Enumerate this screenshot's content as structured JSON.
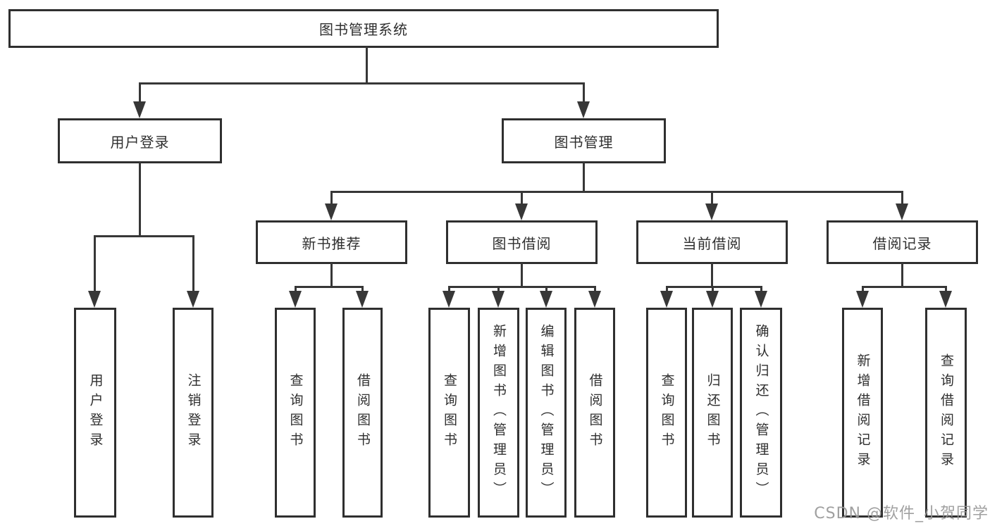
{
  "diagram": {
    "root": {
      "label": "图书管理系统"
    },
    "level1": [
      {
        "label": "用户登录"
      },
      {
        "label": "图书管理"
      }
    ],
    "level2": [
      {
        "label": "新书推荐"
      },
      {
        "label": "图书借阅"
      },
      {
        "label": "当前借阅"
      },
      {
        "label": "借阅记录"
      }
    ],
    "leaves_user_login": [
      {
        "label": "用户登录"
      },
      {
        "label": "注销登录"
      }
    ],
    "leaves_new_book": [
      {
        "label": "查询图书"
      },
      {
        "label": "借阅图书"
      }
    ],
    "leaves_book_borrow": [
      {
        "label": "查询图书"
      },
      {
        "label": "新增图书（管理员）"
      },
      {
        "label": "编辑图书（管理员）"
      },
      {
        "label": "借阅图书"
      }
    ],
    "leaves_current_borrow": [
      {
        "label": "查询图书"
      },
      {
        "label": "归还图书"
      },
      {
        "label": "确认归还（管理员）"
      }
    ],
    "leaves_borrow_record": [
      {
        "label": "新增借阅记录"
      },
      {
        "label": "查询借阅记录"
      }
    ],
    "watermark": "CSDN @软件_小贺同学",
    "colors": {
      "line": "#373737",
      "box_border": "#2f2f2f",
      "text": "#2f2f2f",
      "watermark": "#989898",
      "background": "#ffffff"
    }
  }
}
